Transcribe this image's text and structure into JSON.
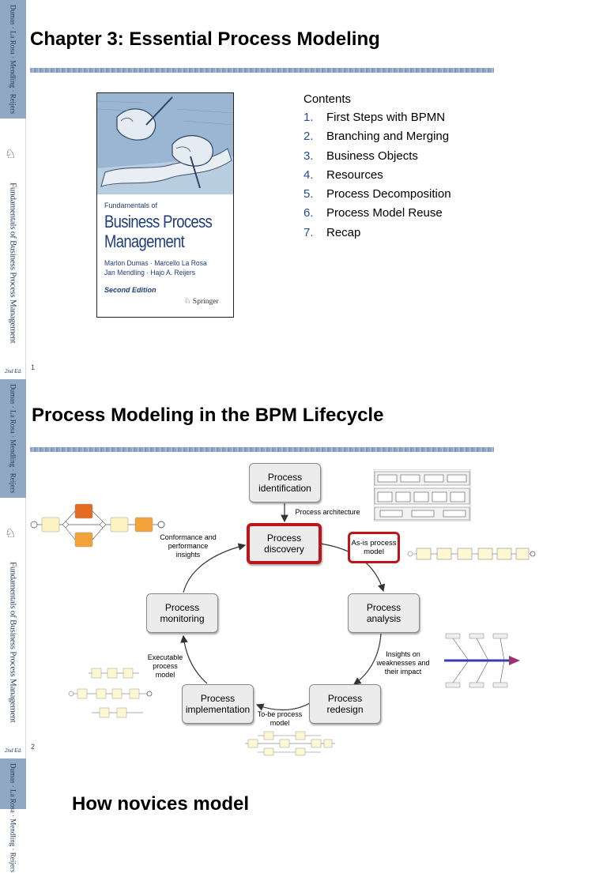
{
  "sidebar": {
    "authors": "Dumas · La Rosa · Mendling · Reijers",
    "book_title": "Fundamentals of Business Process Management",
    "edition": "2nd Ed."
  },
  "slide1": {
    "title": "Chapter 3: Essential Process Modeling",
    "page_number": "1",
    "book_cover": {
      "subtitle": "Fundamentals of",
      "title": "Business Process Management",
      "authors_line1": "Marlon Dumas · Marcello La Rosa",
      "authors_line2": "Jan Mendling · Hajo A. Reijers",
      "edition": "Second Edition",
      "publisher": "Springer"
    },
    "contents_heading": "Contents",
    "contents": [
      {
        "num": "1.",
        "text": "First Steps with BPMN"
      },
      {
        "num": "2.",
        "text": "Branching and Merging"
      },
      {
        "num": "3.",
        "text": "Business Objects"
      },
      {
        "num": "4.",
        "text": "Resources"
      },
      {
        "num": "5.",
        "text": "Process Decomposition"
      },
      {
        "num": "6.",
        "text": "Process Model Reuse"
      },
      {
        "num": "7.",
        "text": "Recap"
      }
    ]
  },
  "slide2": {
    "title": "Process Modeling in the BPM Lifecycle",
    "page_number": "2",
    "nodes": {
      "identification": "Process identification",
      "discovery": "Process discovery",
      "analysis": "Process analysis",
      "redesign": "Process redesign",
      "implementation": "Process implementation",
      "monitoring": "Process monitoring"
    },
    "labels": {
      "architecture": "Process architecture",
      "asis": "As-is process model",
      "insights": "Insights on weaknesses and their impact",
      "tobe": "To-be process model",
      "executable": "Executable process model",
      "conformance": "Conformance and performance insights"
    }
  },
  "slide3": {
    "title": "How novices model"
  }
}
